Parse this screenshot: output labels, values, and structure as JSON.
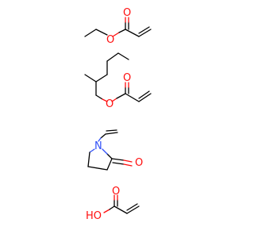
{
  "molecules": [
    {
      "atoms": [
        {
          "label": "O",
          "color": "#ff0d0d"
        },
        {
          "label": "O",
          "color": "#ff0d0d"
        }
      ]
    },
    {
      "atoms": [
        {
          "label": "O",
          "color": "#ff0d0d"
        },
        {
          "label": "O",
          "color": "#ff0d0d"
        }
      ]
    },
    {
      "atoms": [
        {
          "label": "N",
          "color": "#3050f8"
        },
        {
          "label": "O",
          "color": "#ff0d0d"
        }
      ]
    },
    {
      "atoms": [
        {
          "label": "O",
          "color": "#ff0d0d"
        },
        {
          "label": "HO",
          "color": "#ff0d0d"
        }
      ]
    }
  ]
}
